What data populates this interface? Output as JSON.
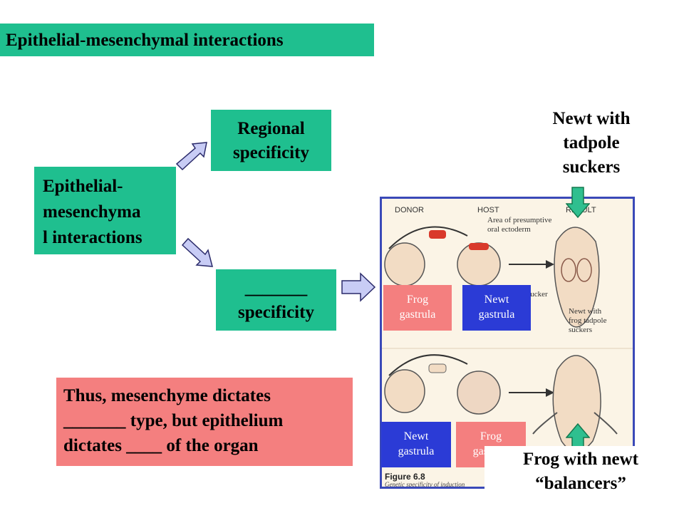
{
  "title": "Epithelial-mesenchymal interactions",
  "source_box": "Epithelial- mesenchyma l interactions",
  "source_lines": [
    "Epithelial-",
    "mesenchyma",
    "l interactions"
  ],
  "regional": [
    "Regional",
    "specificity"
  ],
  "blank_specificity": [
    "_______",
    "specificity"
  ],
  "summary": [
    "Thus, mesenchyme dictates",
    "_______ type, but epithelium",
    "dictates ____ of the organ"
  ],
  "result_top": [
    "Newt with",
    "tadpole",
    "suckers"
  ],
  "result_bottom": [
    "Frog with newt",
    "“balancers”"
  ],
  "figure": {
    "donor": "DONOR",
    "host": "HOST",
    "result": "RESULT",
    "annotation_area": [
      "Area of presumptive",
      "oral ectoderm"
    ],
    "annotation_sucker": "sucker",
    "annotation_newt": [
      "Newt with",
      "frog tadpole",
      "suckers"
    ],
    "caption_title": "Figure 6.8",
    "caption_text": "Genetic specificity of induction"
  },
  "labels": {
    "frog_gastrula_top": [
      "Frog",
      "gastrula"
    ],
    "newt_gastrula_top": [
      "Newt",
      "gastrula"
    ],
    "newt_gastrula_bottom": [
      "Newt",
      "gastrula"
    ],
    "frog_gastrula_bottom": [
      "Frog",
      "gastrula"
    ]
  },
  "colors": {
    "teal": "#1fbf8f",
    "salmon": "#f47f7f",
    "blue": "#2b3bd6",
    "arrow_fill": "#c8ccf5",
    "green_arrow": "#2fbf8f",
    "figure_border": "#3a49b8"
  }
}
